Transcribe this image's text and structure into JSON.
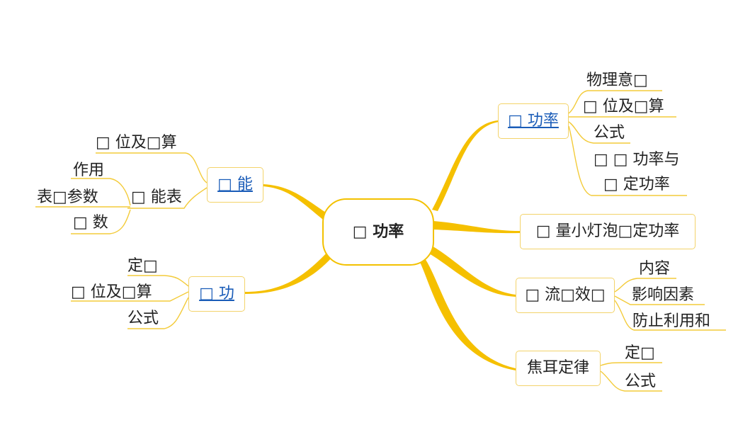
{
  "colors": {
    "branch": "#f5c000",
    "thin_line": "#f3cb3a",
    "link_text": "#1a5cb8"
  },
  "mindmap": {
    "central": "□ 功率",
    "topics": {
      "power": {
        "label": "□ 功率",
        "children": [
          "物理意□",
          "□ 位及□算",
          "公式",
          "□ □ 功率与",
          "□ 定功率"
        ]
      },
      "measure": {
        "label": "□ 量小灯泡□定功率"
      },
      "heat": {
        "label": "□ 流□效□",
        "children": [
          "内容",
          "影响因素",
          "防止利用和"
        ]
      },
      "joule": {
        "label": "焦耳定律",
        "children": [
          "定□",
          "公式"
        ]
      },
      "energy": {
        "label": "□ 能",
        "unit": "□ 位及□算",
        "meter": "□ 能表",
        "meter_children": [
          "作用",
          "表□参数",
          "□ 数"
        ]
      },
      "work": {
        "label": "□ 功",
        "children": [
          "定□",
          "□ 位及□算",
          "公式"
        ]
      }
    }
  }
}
